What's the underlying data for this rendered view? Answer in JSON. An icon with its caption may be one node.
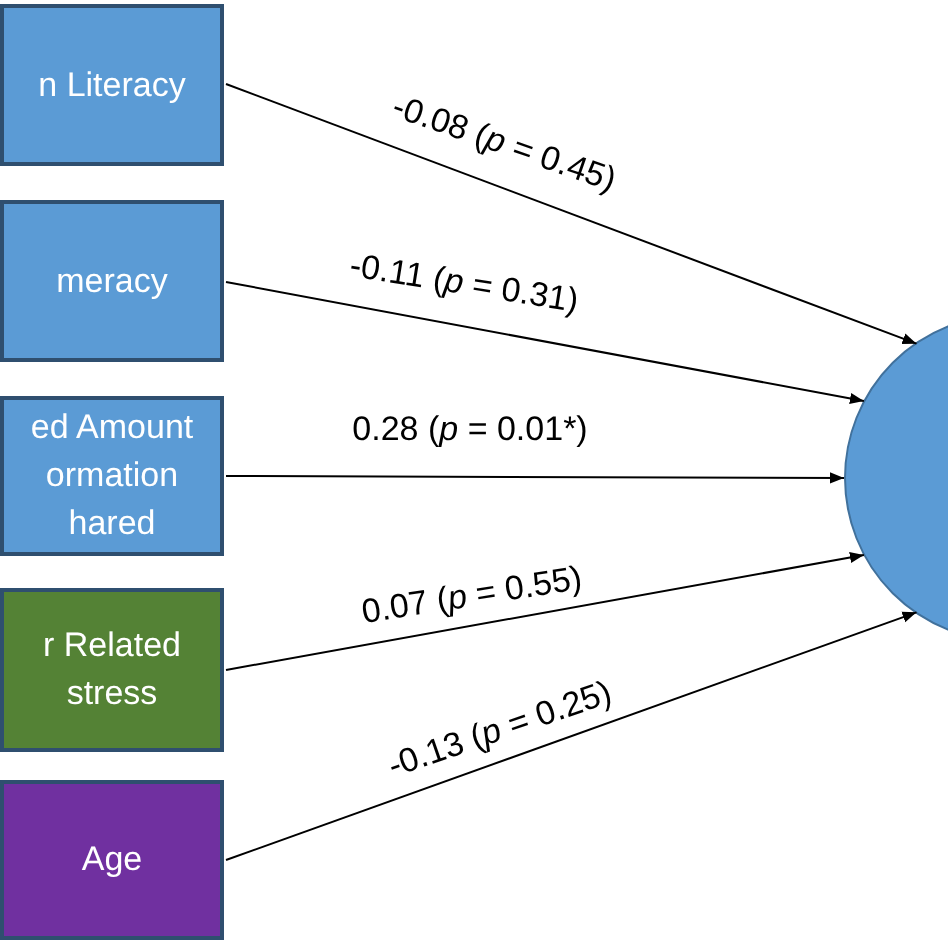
{
  "diagram": {
    "nodes": [
      {
        "text": [
          "n Literacy"
        ]
      },
      {
        "text": [
          "meracy"
        ]
      },
      {
        "text": [
          "ed Amount ormation hared"
        ]
      },
      {
        "text": [
          "r Related stress"
        ]
      },
      {
        "text": [
          "Age"
        ]
      },
      {
        "text": [],
        "shape": "circle"
      }
    ],
    "edges": [
      {
        "from": 0,
        "to": 5,
        "arrow": "to",
        "label": "-0.08 (*p* = 0.45)"
      },
      {
        "from": 1,
        "to": 5,
        "arrow": "to",
        "label": "-0.11 (*p* = 0.31)"
      },
      {
        "from": 2,
        "to": 5,
        "arrow": "to",
        "label": "0.28 (*p* = 0.01*)"
      },
      {
        "from": 3,
        "to": 5,
        "arrow": "to",
        "label": "0.07 (*p* = 0.55)"
      },
      {
        "from": 4,
        "to": 5,
        "arrow": "to",
        "label": "-0.13 (*p* = 0.25)"
      }
    ]
  }
}
